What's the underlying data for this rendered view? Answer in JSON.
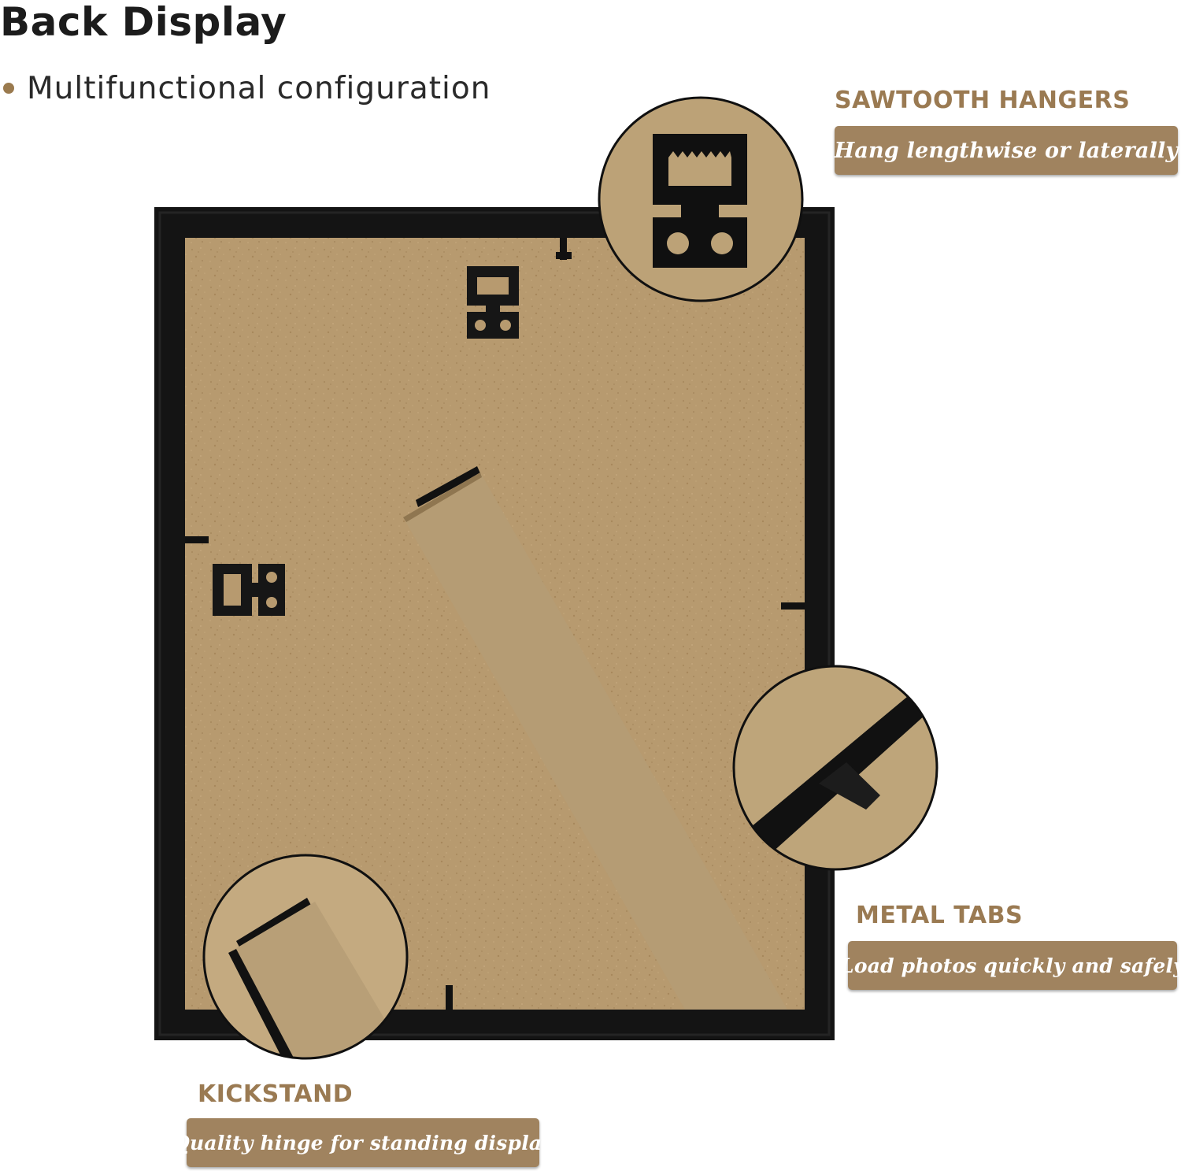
{
  "header": {
    "title": "Back Display",
    "subtitle": "Multifunctional configuration"
  },
  "features": {
    "sawtooth": {
      "title": "SAWTOOTH HANGERS",
      "description": "Hang lengthwise or laterally"
    },
    "metal_tabs": {
      "title": "METAL TABS",
      "description": "Load photos quickly and safely"
    },
    "kickstand": {
      "title": "KICKSTAND",
      "description": "Quality hinge for standing display"
    }
  },
  "colors": {
    "accent": "#a0835f",
    "frame": "#141414",
    "backing": "#b89a70"
  }
}
